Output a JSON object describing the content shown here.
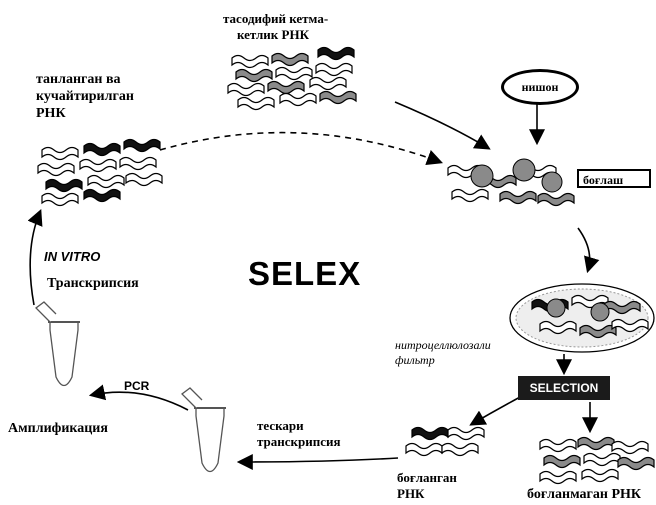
{
  "title": "SELEX",
  "labels": {
    "random_rna_line1": "тасодифий кетма-",
    "random_rna_line2": "кетлик РНК",
    "selected_line1": "танланган ва",
    "selected_line2": "кучайтирилган",
    "selected_line3": "РНК",
    "target": "нишон",
    "binding": "боғлаш",
    "in_vitro": "IN VITRO",
    "transcription": "Транскрипсия",
    "filter_line1": "нитроцеллюлозали",
    "filter_line2": "фильтр",
    "selection": "SELECTION",
    "pcr": "PCR",
    "amplification": "Амплификация",
    "reverse_line1": "тескари",
    "reverse_line2": "транскрипсия",
    "bound_line1": "боғланган",
    "bound_line2": "РНК",
    "unbound": "боғланмаган РНК"
  },
  "colors": {
    "ink": "#000000",
    "gray": "#8a8a8a",
    "dark": "#1b1b1b"
  }
}
